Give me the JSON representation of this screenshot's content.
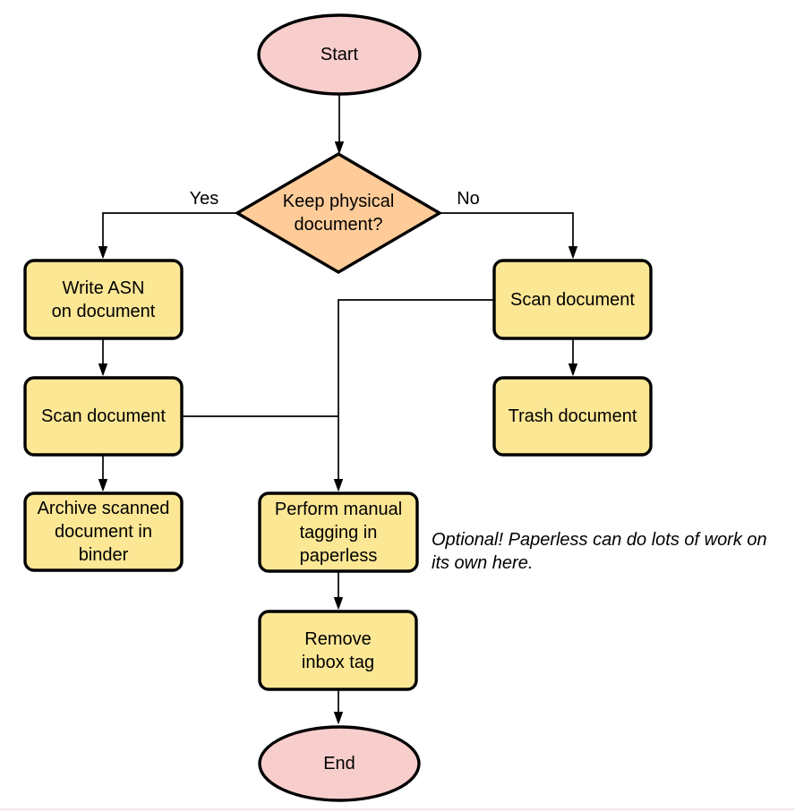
{
  "diagram": {
    "type": "flowchart",
    "colors": {
      "terminal_fill": "#f8cecc",
      "decision_fill": "#ffcc99",
      "process_fill": "#fce795",
      "stroke": "#000000",
      "bottom_edge": "#f5e9e8"
    },
    "nodes": {
      "start": {
        "label": "Start",
        "shape": "ellipse"
      },
      "decision": {
        "label": "Keep physical\ndocument?",
        "shape": "diamond"
      },
      "write_asn": {
        "label": "Write ASN\non document",
        "shape": "rounded-rect"
      },
      "scan_left": {
        "label": "Scan document",
        "shape": "rounded-rect"
      },
      "archive": {
        "label": "Archive scanned\ndocument in\nbinder",
        "shape": "rounded-rect"
      },
      "scan_right": {
        "label": "Scan document",
        "shape": "rounded-rect"
      },
      "trash": {
        "label": "Trash document",
        "shape": "rounded-rect"
      },
      "tagging": {
        "label": "Perform manual\ntagging in\npaperless",
        "shape": "rounded-rect"
      },
      "remove_inbox": {
        "label": "Remove\ninbox tag",
        "shape": "rounded-rect"
      },
      "end": {
        "label": "End",
        "shape": "ellipse"
      }
    },
    "edge_labels": {
      "yes": "Yes",
      "no": "No"
    },
    "note": "Optional! Paperless can do lots of work on\nits own here.",
    "edges": [
      "start -> decision",
      "decision -> write_asn (Yes)",
      "decision -> scan_right (No)",
      "write_asn -> scan_left",
      "scan_left -> archive",
      "scan_left -> tagging",
      "scan_right -> tagging",
      "scan_right -> trash",
      "tagging -> remove_inbox",
      "remove_inbox -> end"
    ]
  }
}
